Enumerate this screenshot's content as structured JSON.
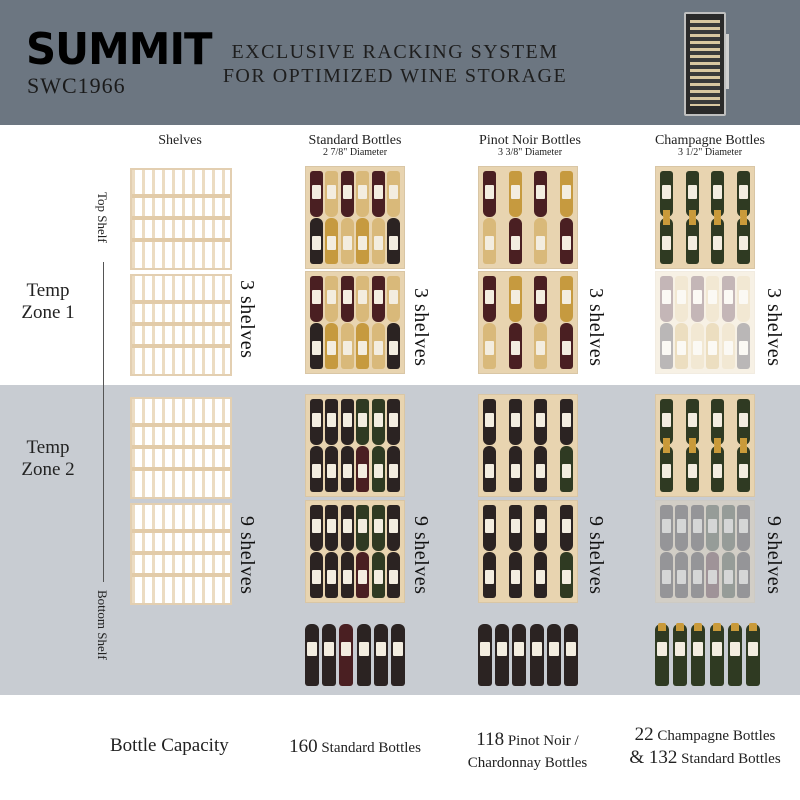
{
  "header": {
    "brand": "SUMMIT",
    "model": "SWC1966",
    "headline_line1": "EXCLUSIVE RACKING SYSTEM",
    "headline_line2": "FOR OPTIMIZED WINE STORAGE"
  },
  "columns": {
    "shelves": "Shelves",
    "standard": "Standard Bottles",
    "standard_sub": "2 7/8\" Diameter",
    "pinot": "Pinot Noir Bottles",
    "pinot_sub": "3 3/8\" Diameter",
    "champagne": "Champagne Bottles",
    "champagne_sub": "3 1/2\" Diameter"
  },
  "zones": {
    "zone1_line1": "Temp",
    "zone1_line2": "Zone 1",
    "zone1_count": "3 shelves",
    "zone2_line1": "Temp",
    "zone2_line2": "Zone 2",
    "zone2_count": "9 shelves"
  },
  "axis": {
    "top": "Top Shelf",
    "bottom": "Bottom Shelf"
  },
  "capacity": {
    "label": "Bottle Capacity",
    "standard_num": "160",
    "standard_text": "Standard Bottles",
    "pinot_num": "118",
    "pinot_text1": "Pinot Noir /",
    "pinot_text2": "Chardonnay Bottles",
    "champ_num1": "22",
    "champ_text1": "Champagne Bottles",
    "champ_num2": "& 132",
    "champ_text2": "Standard Bottles"
  },
  "colors": {
    "header_bg": "#6c7681",
    "zone2_bg": "#c8ccd2",
    "wood": "#e8d4b0"
  }
}
